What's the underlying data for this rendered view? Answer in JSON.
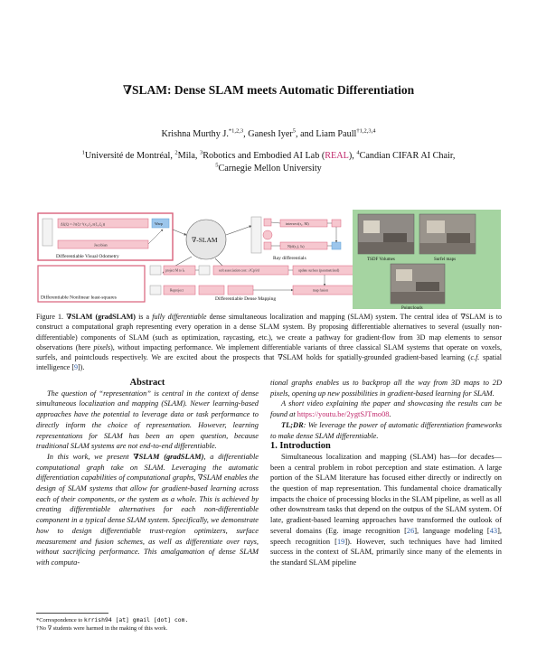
{
  "paper": {
    "title": "∇SLAM: Dense SLAM meets Automatic Differentiation",
    "authors": {
      "a1": "Krishna Murthy J.",
      "a1_sup": "*1,2,3",
      "sep1": ", ",
      "a2": "Ganesh Iyer",
      "a2_sup": "5",
      "sep2": ", and ",
      "a3": "Liam Paull",
      "a3_sup": "†1,2,3,4"
    },
    "affiliations": {
      "s1": "1",
      "t1": "Université de Montréal, ",
      "s2": "2",
      "t2": "Mila, ",
      "s3": "3",
      "t3": "Robotics and Embodied AI Lab (",
      "lab": "REAL",
      "t3b": "), ",
      "s4": "4",
      "t4": "Candian CIFAR AI Chair,",
      "s5": "5",
      "t5": "Carnegie Mellon University"
    }
  },
  "figure": {
    "dvo_formula": "Δξ(ξ) = ∂r(ξ)⁻¹(x₁,f₂,π(ξ₁,ξ₂))",
    "dvo_warp": "Warp",
    "dvo_jacobian": "Jacobian",
    "dvo_label": "Differentiable Visual Odometry",
    "nls_label": "Differentiable Nonlinear least-squares",
    "slam_node": "∇-SLAM",
    "ray_intersect": "intersect(r₁, M)",
    "ray_normal": "N(d(r₁), Iₖ)",
    "ray_label": "Ray differentials",
    "ddm_project": "project M to Iₖ",
    "ddm_assoc": "soft association cost : ∂Cp/∂d",
    "ddm_update": "update surface (parametrized)",
    "ddm_reproj": "Reproject",
    "ddm_fuse": "map fusion",
    "ddm_label": "Differentiable Dense Mapping",
    "img_tsdf": "TSDF Volumes",
    "img_surfel": "Surfel maps",
    "img_points": "Pointclouds"
  },
  "caption": {
    "lead": "Figure 1.  ",
    "bold": "∇SLAM (gradSLAM)",
    "t1": " is a ",
    "it1": "fully differentiable",
    "t2": " dense simultaneous localization and mapping (SLAM) system. The central idea of ∇SLAM is to construct a computational graph representing every operation in a dense SLAM system. By proposing differentiable alternatives to several (usually non-differentiable) components of SLAM (such as optimization, raycasting, etc.), we create a pathway for gradient-flow from 3D map elements to sensor observations (here ",
    "it2": "pixels",
    "t3": "), without impacting performance. We implement differentiable variants of three classical SLAM systems that operate on voxels, surfels, and pointclouds respectively. We are excited about the prospects that ∇SLAM holds for spatially-grounded gradient-based learning (",
    "it3": "c.f.",
    "t4": " spatial intelligence [",
    "ref": "9",
    "t5": "])."
  },
  "abstract": {
    "heading": "Abstract",
    "p1": "The question of “representation” is central in the context of dense simultaneous localization and mapping (SLAM). Newer learning-based approaches have the potential to leverage data or task performance to directly inform the choice of representation. However, learning representations for SLAM has been an open question, because traditional SLAM systems are not end-to-end differentiable.",
    "p2a": "In this work, we present ",
    "p2b": "∇SLAM (gradSLAM)",
    "p2c": ", a differentiable computational graph take on SLAM. Leveraging the automatic differentiation capabilities of computational graphs, ∇SLAM enables the design of SLAM systems that allow for gradient-based learning across each of their components, or the system as a whole. This is achieved by creating differentiable alternatives for each non-differentiable component in a typical dense SLAM system. Specifically, we demonstrate how to design differentiable trust-region optimizers, surface measurement and fusion schemes, as well as differentiate over rays, without sacrificing performance. This amalgamation of dense SLAM with computa-",
    "p2d": "tional graphs enables us to backprop all the way from 3D maps to 2D pixels, opening up new possibilities in gradient-based learning for SLAM.",
    "p3a": "A short video explaining the paper and showcasing the results can be found at ",
    "p3b": "https://youtu.be/2ygtSJTmo08",
    "p3c": ".",
    "p4a": "TL;DR",
    "p4b": ": We leverage the power of automatic differentiation frameworks to make dense SLAM differentiable."
  },
  "intro": {
    "heading": "1. Introduction",
    "p1a": "Simultaneous localization and mapping (SLAM) has—for decades—been a central problem in robot perception and state estimation. A large portion of the SLAM literature has focused either directly or indirectly on the question of map representation. This fundamental choice dramatically impacts the choice of processing blocks in the SLAM pipeline, as well as all other downstream tasks that depend on the outpus of the SLAM system. Of late, gradient-based learning approaches have transformed the outlook of several domains (Eg. image recognition [",
    "r1": "26",
    "p1b": "], language modeling [",
    "r2": "43",
    "p1c": "], speech recognition [",
    "r3": "19",
    "p1d": "]). However, such techniques have had limited success in the context of SLAM, primarily since many of the elements in the standard SLAM pipeline"
  },
  "footnotes": {
    "f1": "*Correspondence to ",
    "f1mono": "krrish94 [at] gmail [dot] com.",
    "f2": "†No ∇ students were harmed in the making of this work."
  },
  "colors": {
    "pink": "#d9607a",
    "blue": "#5aa0d8",
    "green": "#9fcf9b",
    "link": "#c0286b",
    "url": "#2f5fa8"
  }
}
